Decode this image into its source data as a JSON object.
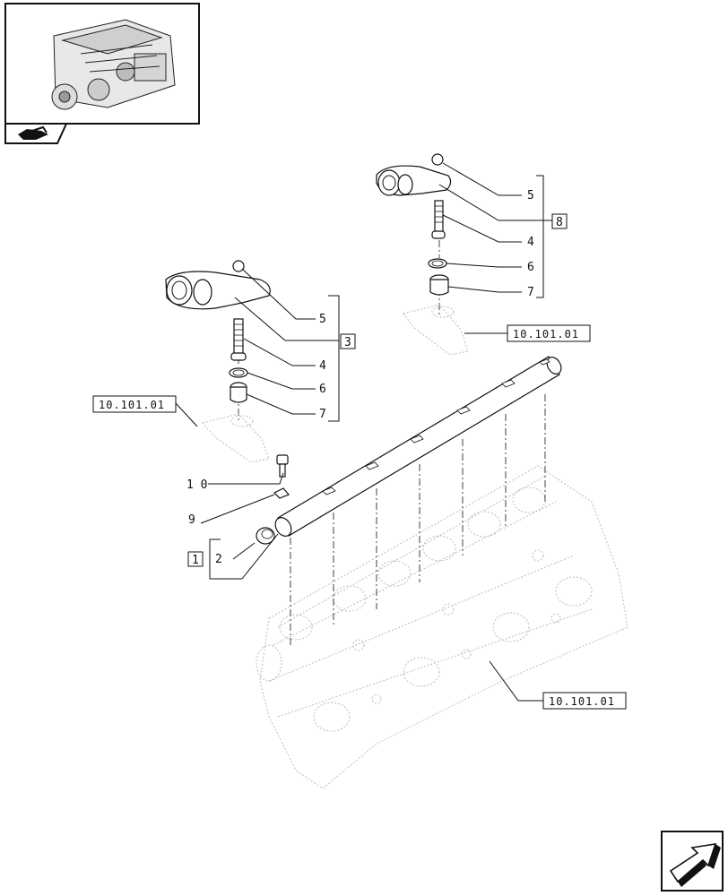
{
  "callouts": {
    "c5_left": "5",
    "c4_left": "4",
    "c6_left": "6",
    "c7_left": "7",
    "c3": "3",
    "c5_right": "5",
    "c4_right": "4",
    "c6_right": "6",
    "c7_right": "7",
    "c8": "8",
    "c10": "1 0",
    "c9": "9",
    "c2": "2",
    "c1": "1"
  },
  "references": {
    "ref_left": "10.101.01",
    "ref_right": "10.101.01",
    "ref_head": "10.101.01"
  },
  "icons": {
    "thumbnail": "engine-thumbnail",
    "nav": "previous-page-arrow-icon",
    "next": "next-page-arrow-icon"
  }
}
